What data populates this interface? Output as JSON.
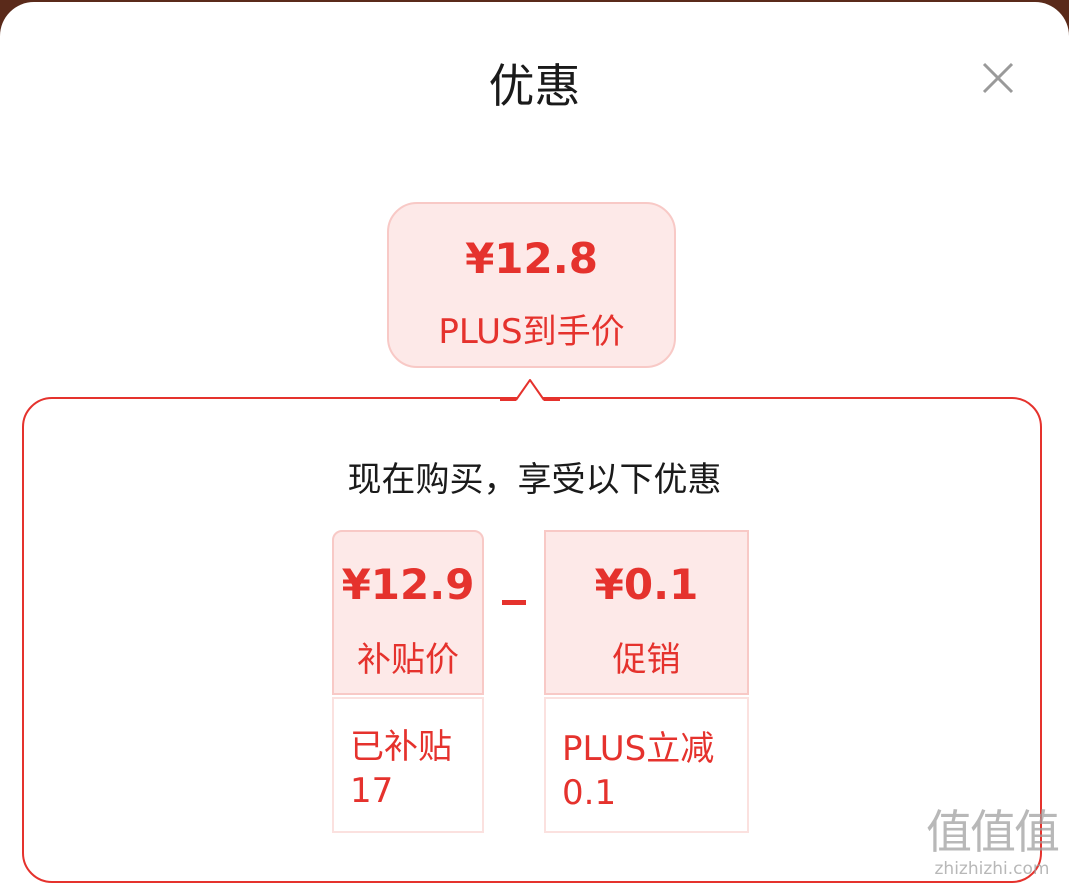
{
  "modal": {
    "title": "优惠",
    "close_icon": "close-icon"
  },
  "final_price": {
    "amount": "¥12.8",
    "label": "PLUS到手价"
  },
  "breakdown": {
    "heading": "现在购买，享受以下优惠",
    "operator": "-",
    "subsidy": {
      "amount": "¥12.9",
      "label": "补贴价",
      "detail_line1": "已补贴",
      "detail_line2": "17"
    },
    "promotion": {
      "amount": "¥0.1",
      "label": "促销",
      "detail_line1": "PLUS立减",
      "detail_line2": "0.1"
    }
  },
  "watermark": {
    "glyphs": "值值值",
    "url": "zhizhizhi.com"
  },
  "colors": {
    "accent": "#e5322d",
    "card_fill": "#fde9e8",
    "card_border": "#f8c9c6"
  }
}
